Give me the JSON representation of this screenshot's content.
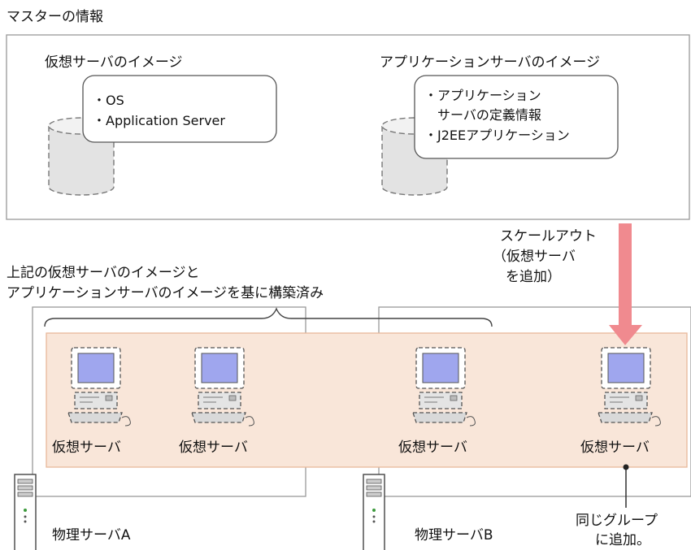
{
  "master_section": {
    "title": "マスターの情報",
    "virtual_server_image": {
      "label": "仮想サーバのイメージ",
      "items": [
        "・OS",
        "・Application Server"
      ]
    },
    "app_server_image": {
      "label": "アプリケーションサーバのイメージ",
      "items": [
        "・アプリケーション",
        "サーバの定義情報",
        "・J2EEアプリケーション"
      ]
    }
  },
  "scale_out": {
    "lines": [
      "スケールアウト",
      "（仮想サーバ",
      "を追加）"
    ]
  },
  "built_note": {
    "lines": [
      "上記の仮想サーバのイメージと",
      "アプリケーションサーバのイメージを基に構築済み"
    ]
  },
  "group": {
    "virtual_servers": [
      "仮想サーバ",
      "仮想サーバ",
      "仮想サーバ",
      "仮想サーバ"
    ]
  },
  "physical_servers": [
    "物理サーバA",
    "物理サーバB"
  ],
  "group_add_note": {
    "lines": [
      "同じグループ",
      "に追加。"
    ]
  },
  "colors": {
    "group_fill": "#f9e6d9",
    "group_border": "#e8b89a",
    "arrow": "#f08a8f",
    "monitor_screen": "#9fa6ee",
    "section_border": "#999999"
  }
}
